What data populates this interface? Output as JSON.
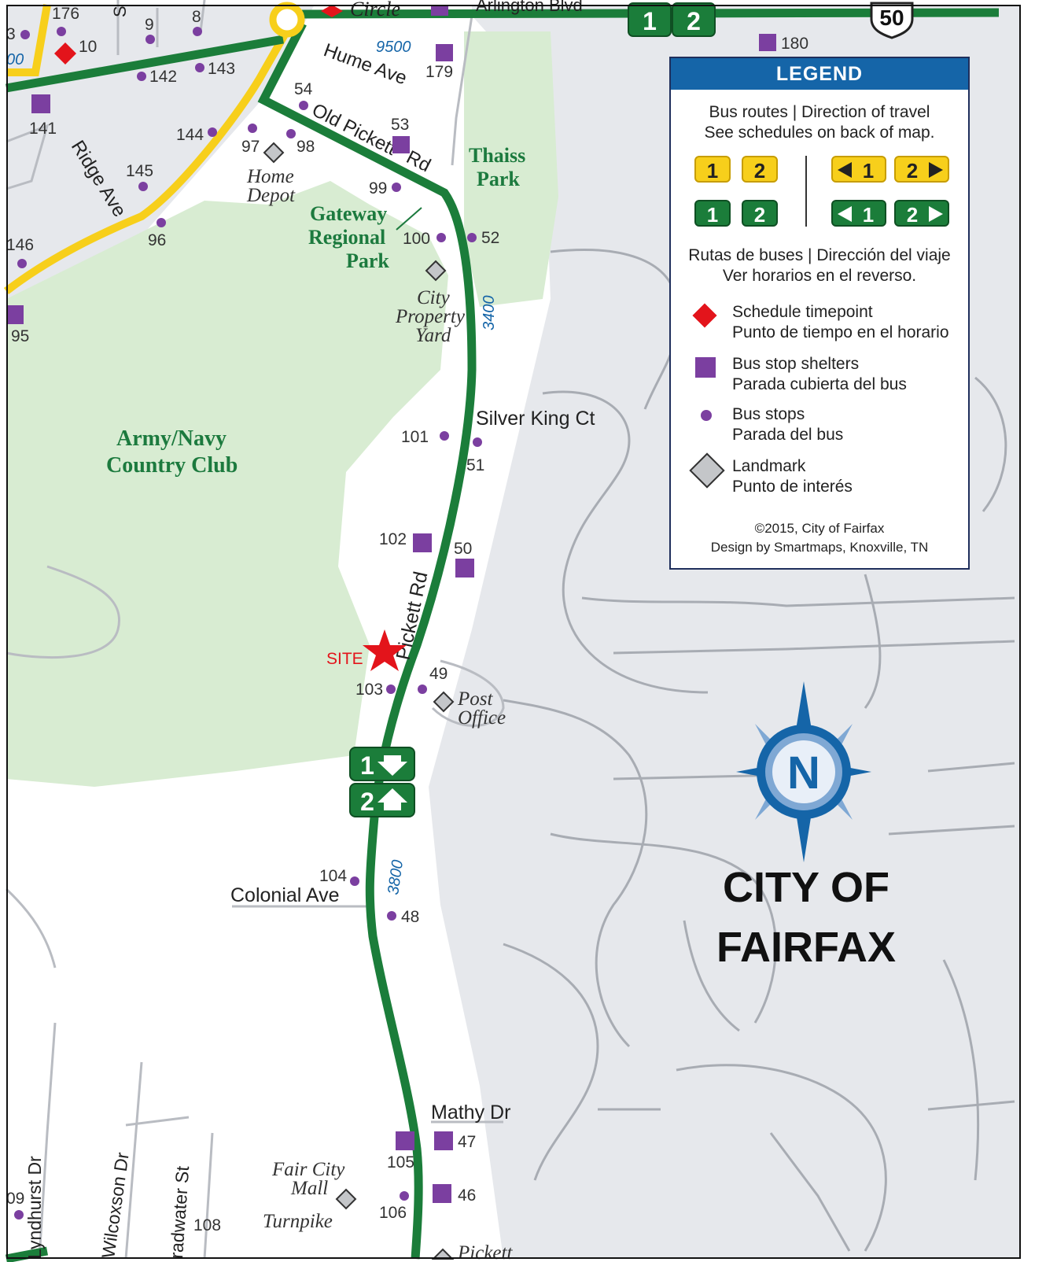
{
  "legend": {
    "title": "LEGEND",
    "routes_en_1": "Bus routes  |  Direction of travel",
    "routes_en_2": "See schedules on back of map.",
    "routes_es_1": "Rutas de buses  |  Dirección del viaje",
    "routes_es_2": "Ver horarios en el reverso.",
    "route_badges": [
      "1",
      "2"
    ],
    "direction_badges": [
      "1",
      "2"
    ],
    "items": [
      {
        "icon": "red-diamond-icon",
        "line1": "Schedule timepoint",
        "line2": "Punto de tiempo en el horario"
      },
      {
        "icon": "purple-square-icon",
        "line1": "Bus stop shelters",
        "line2": "Parada cubierta del bus"
      },
      {
        "icon": "purple-dot-icon",
        "line1": "Bus stops",
        "line2": "Parada del bus"
      },
      {
        "icon": "landmark-diamond-icon",
        "line1": "Landmark",
        "line2": "Punto de interés"
      }
    ],
    "copyright": "©2015, City of Fairfax",
    "credit": "Design by Smartmaps, Knoxville, TN"
  },
  "city_title_1": "CITY OF",
  "city_title_2": "FAIRFAX",
  "compass": "N",
  "colors": {
    "route_green": "#1b7d3a",
    "route_yellow": "#f7cf1b",
    "park": "#d8ecd2",
    "built_area": "#e6e8ec",
    "stop_purple": "#7b3fa0",
    "timepoint_red": "#e3141b",
    "site_star": "#e3141b",
    "legend_blue": "#1565a8"
  },
  "streets": {
    "arlington": "Arlington Blvd",
    "circle": "Circle",
    "hume": "Hume Ave",
    "old_pickett": "Old Pickett",
    "rd": "Rd",
    "ridge": "Ridge Ave",
    "silver_king": "Silver King Ct",
    "pickett": "Pickett Rd",
    "colonial": "Colonial Ave",
    "mathy": "Mathy Dr",
    "lyndhurst": "Lyndhurst Dr",
    "wilcoxson": "Wilcoxson Dr",
    "bradwater": "radwater St",
    "s_partial": "S"
  },
  "blocks": {
    "b9500": "9500",
    "b3400": "3400",
    "b3800": "3800",
    "b00": "00"
  },
  "shields": {
    "us50": "50",
    "r1": "1",
    "r2": "2",
    "dir1": "1",
    "dir2": "2"
  },
  "places": {
    "thaiss_1": "Thaiss",
    "thaiss_2": "Park",
    "gateway_1": "Gateway",
    "gateway_2": "Regional",
    "gateway_3": "Park",
    "armynavy_1": "Army/Navy",
    "armynavy_2": "Country Club",
    "home_1": "Home",
    "home_2": "Depot",
    "city_1": "City",
    "city_2": "Property",
    "city_3": "Yard",
    "post_1": "Post",
    "post_2": "Office",
    "fair_1": "Fair City",
    "fair_2": "Mall",
    "turnpike": "Turnpike",
    "pickett_lm": "Pickett"
  },
  "site_label": "SITE",
  "stops": {
    "s176": "176",
    "s9": "9",
    "s8": "8",
    "s10": "10",
    "s3": "3",
    "s180": "180",
    "s179": "179",
    "s142": "142",
    "s143": "143",
    "s141": "141",
    "s54": "54",
    "s53": "53",
    "s144": "144",
    "s97": "97",
    "s98": "98",
    "s145": "145",
    "s99": "99",
    "s96": "96",
    "s100": "100",
    "s52": "52",
    "s146": "146",
    "s95": "95",
    "s101": "101",
    "s51": "51",
    "s102": "102",
    "s50": "50",
    "s49": "49",
    "s103": "103",
    "s104": "104",
    "s48": "48",
    "s47": "47",
    "s105": "105",
    "s46": "46",
    "s106": "106",
    "s108": "108",
    "s09": "09"
  }
}
